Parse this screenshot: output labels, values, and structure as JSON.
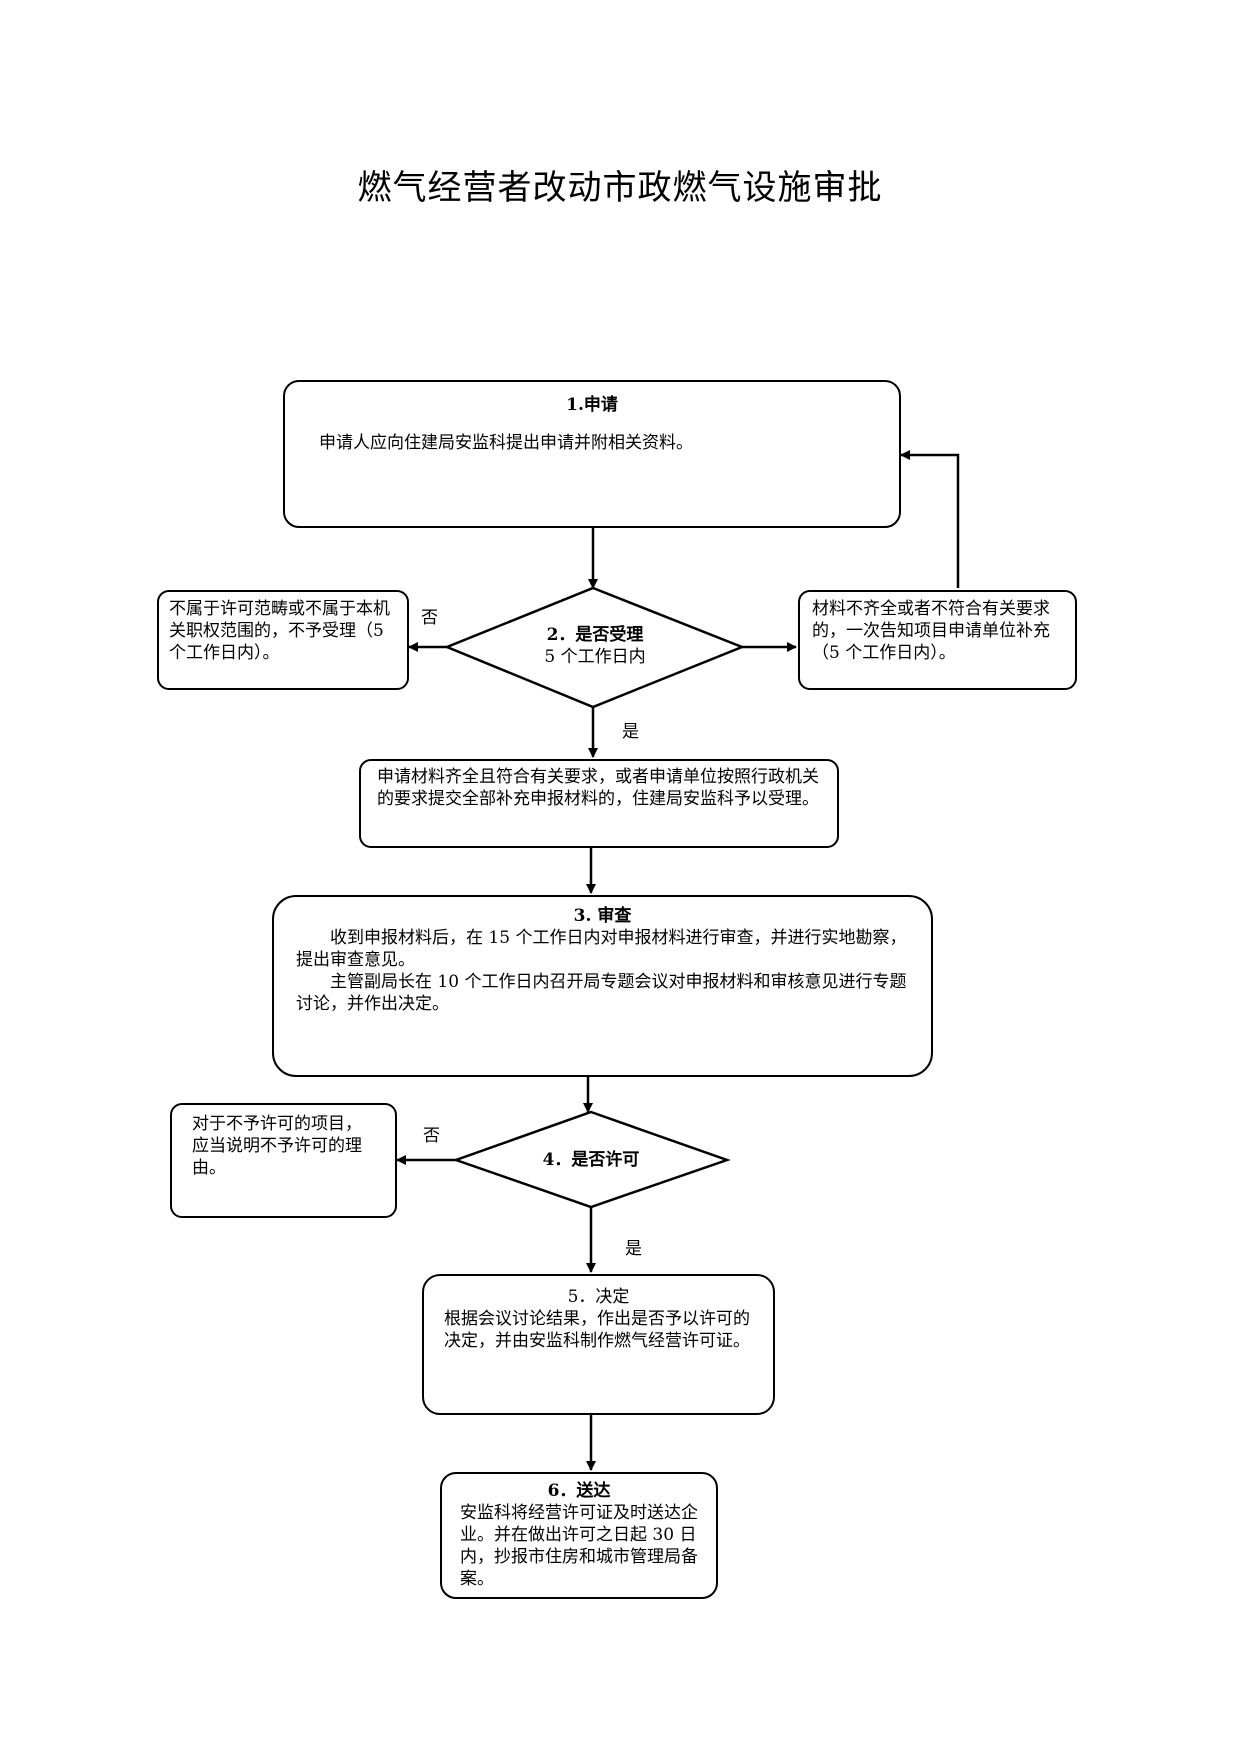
{
  "title": "燃气经营者改动市政燃气设施审批",
  "steps": {
    "apply": {
      "heading": "1.申请",
      "text": "申请人应向住建局安监科提出申请并附相关资料。"
    },
    "accept_decision": {
      "heading": "2．是否受理",
      "text": "5 个工作日内"
    },
    "reject": {
      "text": "不属于许可范畴或不属于本机关职权范围的，不予受理（5 个工作日内）。"
    },
    "supplement": {
      "text": "材料不齐全或者不符合有关要求的，一次告知项目申请单位补充（5 个工作日内）。"
    },
    "accepted": {
      "text": "申请材料齐全且符合有关要求，或者申请单位按照行政机关的要求提交全部补充申报材料的，住建局安监科予以受理。"
    },
    "review": {
      "heading": "3. 审查",
      "para1": "收到申报材料后，在 15 个工作日内对申报材料进行审查，并进行实地勘察，提出审查意见。",
      "para2": "主管副局长在 10 个工作日内召开局专题会议对申报材料和审核意见进行专题讨论，并作出决定。"
    },
    "permit_decision": {
      "heading": "4．是否许可"
    },
    "deny": {
      "text": "对于不予许可的项目，应当说明不予许可的理由。"
    },
    "decide": {
      "heading": "5．决定",
      "text": "根据会议讨论结果，作出是否予以许可的决定，并由安监科制作燃气经营许可证。"
    },
    "deliver": {
      "heading": "6．送达",
      "text": "安监科将经营许可证及时送达企业。并在做出许可之日起 30 日内，抄报市住房和城市管理局备案。"
    }
  },
  "labels": {
    "no_1": "否",
    "yes_1": "是",
    "no_2": "否",
    "yes_2": "是"
  }
}
